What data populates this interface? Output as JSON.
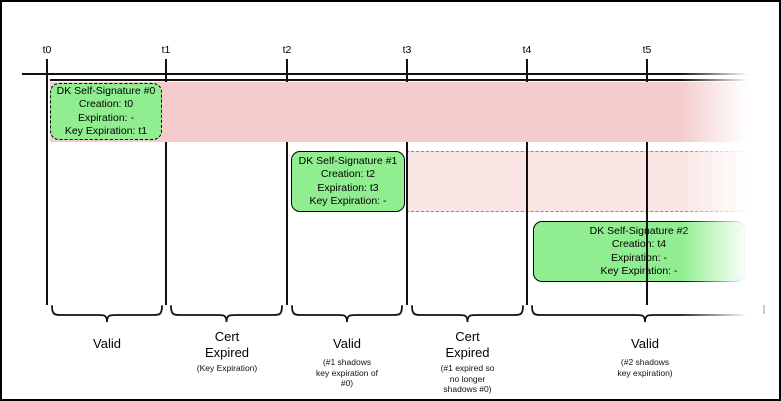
{
  "diagram": {
    "ticks": [
      "t0",
      "t1",
      "t2",
      "t3",
      "t4",
      "t5"
    ],
    "signatures": [
      {
        "lines": [
          "DK Self-Signature #0",
          "Creation: t0",
          "Expiration: -",
          "Key Expiration: t1"
        ]
      },
      {
        "lines": [
          "DK Self-Signature #1",
          "Creation: t2",
          "Expiration: t3",
          "Key Expiration: -"
        ]
      },
      {
        "lines": [
          "DK Self-Signature #2",
          "Creation: t4",
          "Expiration: -",
          "Key Expiration: -"
        ]
      }
    ],
    "sections": [
      {
        "label": "Valid",
        "note": ""
      },
      {
        "label": "Cert\nExpired",
        "note": "(Key Expiration)"
      },
      {
        "label": "Valid",
        "note": "(#1 shadows\nkey expiration of\n#0)"
      },
      {
        "label": "Cert\nExpired",
        "note": "(#1 expired so\nno longer\nshadows #0)"
      },
      {
        "label": "Valid",
        "note": "(#2 shadows\nkey expiration)"
      }
    ],
    "colors": {
      "expired_band": "#f4cccc",
      "expired_band_light": "#f9e5e3",
      "signature_green": "#90ee90",
      "line": "#111111"
    }
  }
}
